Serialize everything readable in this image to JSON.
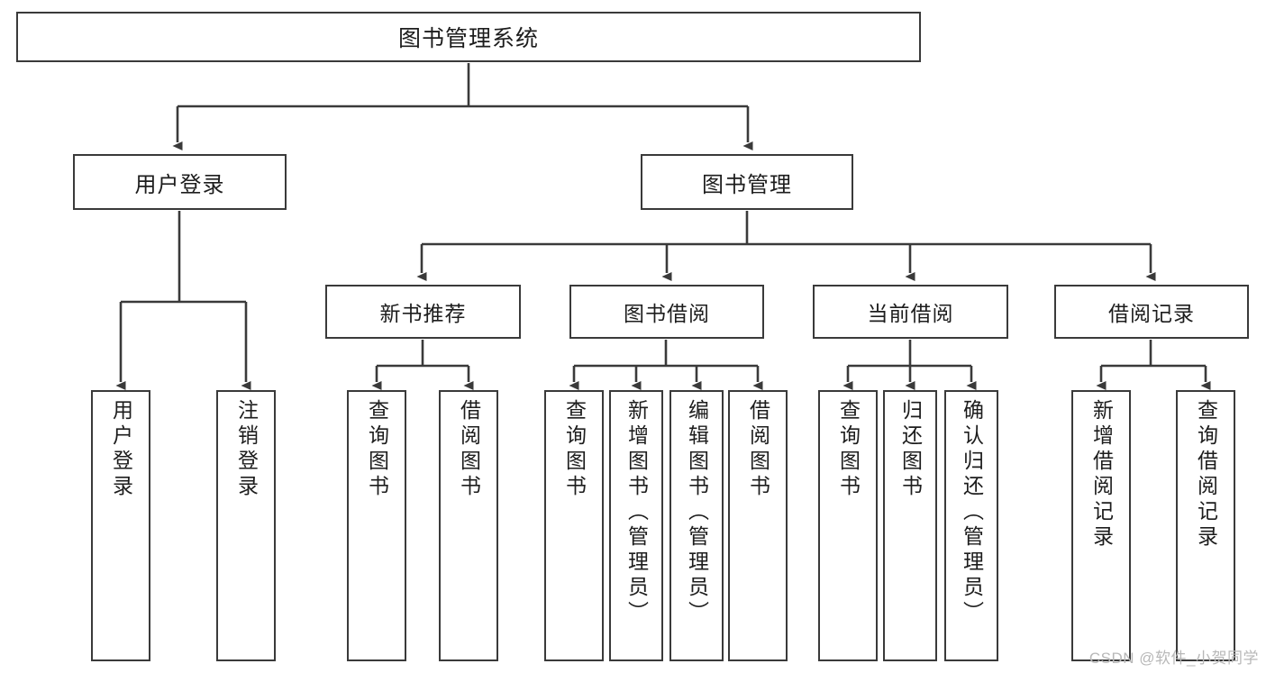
{
  "diagram": {
    "title": "图书管理系统",
    "type": "tree-hierarchy",
    "watermark": "CSDN @软件_小贺同学",
    "colors": {
      "box_border": "#3a3a3a",
      "box_fill": "#ffffff",
      "edge": "#3a3a3a",
      "text": "#1d1d1d",
      "watermark": "#b8b8b8"
    },
    "root": {
      "label": "图书管理系统"
    },
    "level2": [
      {
        "label": "用户登录"
      },
      {
        "label": "图书管理"
      }
    ],
    "level3": [
      {
        "label": "新书推荐"
      },
      {
        "label": "图书借阅"
      },
      {
        "label": "当前借阅"
      },
      {
        "label": "借阅记录"
      }
    ],
    "leaves": {
      "user_login": [
        {
          "label": "用户登录"
        },
        {
          "label": "注销登录"
        }
      ],
      "new_book_recommend": [
        {
          "label": "查询图书"
        },
        {
          "label": "借阅图书"
        }
      ],
      "book_borrow": [
        {
          "label": "查询图书"
        },
        {
          "label": "新增图书（管理员）"
        },
        {
          "label": "编辑图书（管理员）"
        },
        {
          "label": "借阅图书"
        }
      ],
      "current_borrow": [
        {
          "label": "查询图书"
        },
        {
          "label": "归还图书"
        },
        {
          "label": "确认归还（管理员）"
        }
      ],
      "borrow_record": [
        {
          "label": "新增借阅记录"
        },
        {
          "label": "查询借阅记录"
        }
      ]
    }
  }
}
